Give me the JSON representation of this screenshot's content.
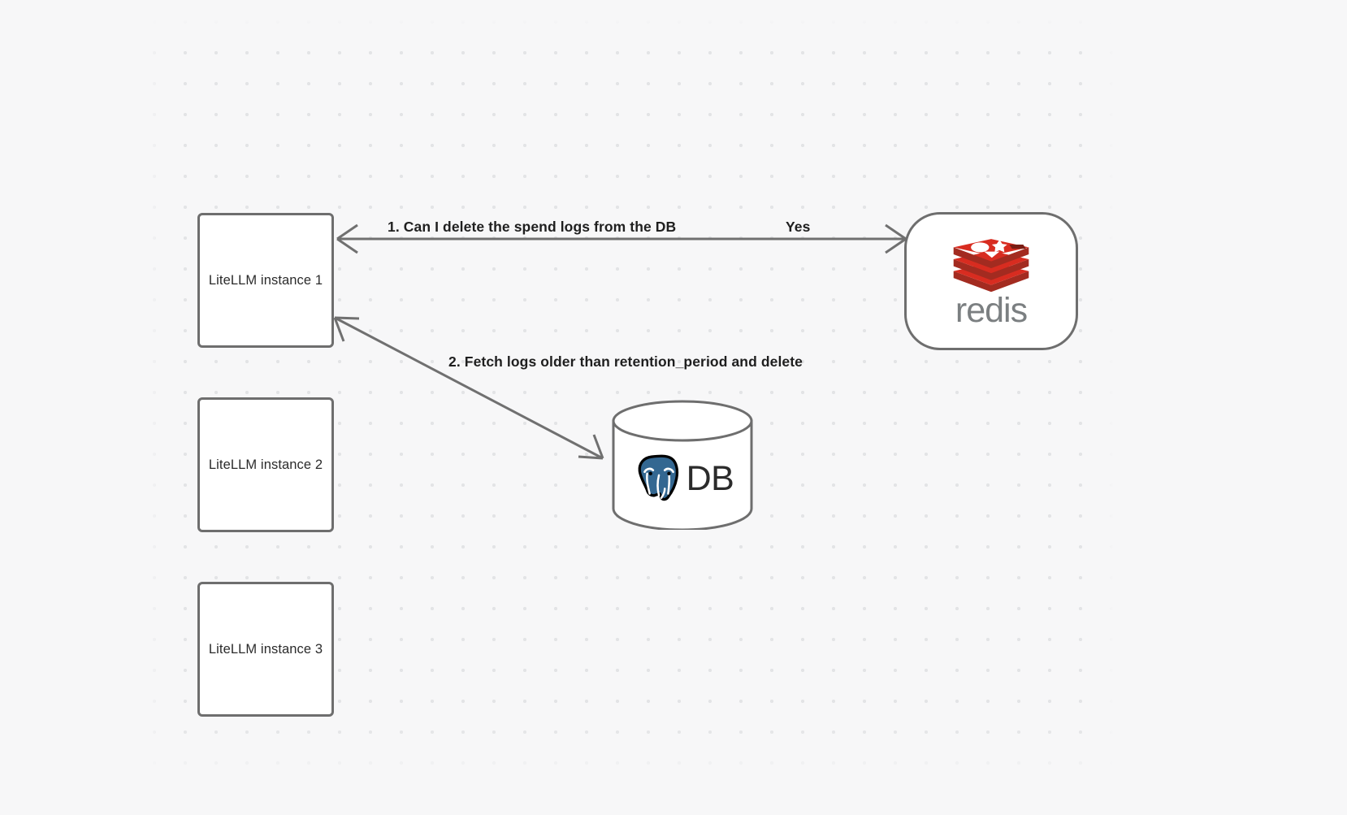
{
  "canvas": {
    "background_color": "#f7f7f8",
    "dot_color": "#e3e4e6"
  },
  "nodes": [
    {
      "id": "litellm-1",
      "label": "LiteLLM instance 1",
      "type": "box"
    },
    {
      "id": "litellm-2",
      "label": "LiteLLM instance 2",
      "type": "box"
    },
    {
      "id": "litellm-3",
      "label": "LiteLLM instance 3",
      "type": "box"
    },
    {
      "id": "redis",
      "label": "redis",
      "type": "rounded",
      "logo": "redis-logo-icon",
      "logo_color": "#d82c20"
    },
    {
      "id": "database",
      "label": "DB",
      "type": "cylinder",
      "logo": "postgresql-elephant-icon",
      "logo_color": "#336791"
    }
  ],
  "edges": [
    {
      "id": "edge-1",
      "from": "litellm-1",
      "to": "redis",
      "number": "1.",
      "label": "Can I delete the spend logs from the DB",
      "reply_label": "Yes",
      "direction": "bidirectional"
    },
    {
      "id": "edge-2",
      "from": "litellm-1",
      "to": "database",
      "number": "2.",
      "label": "Fetch logs older than retention_period and delete",
      "direction": "bidirectional"
    }
  ],
  "stroke": {
    "node_border": "#6e6e6e",
    "arrow": "#707070"
  }
}
